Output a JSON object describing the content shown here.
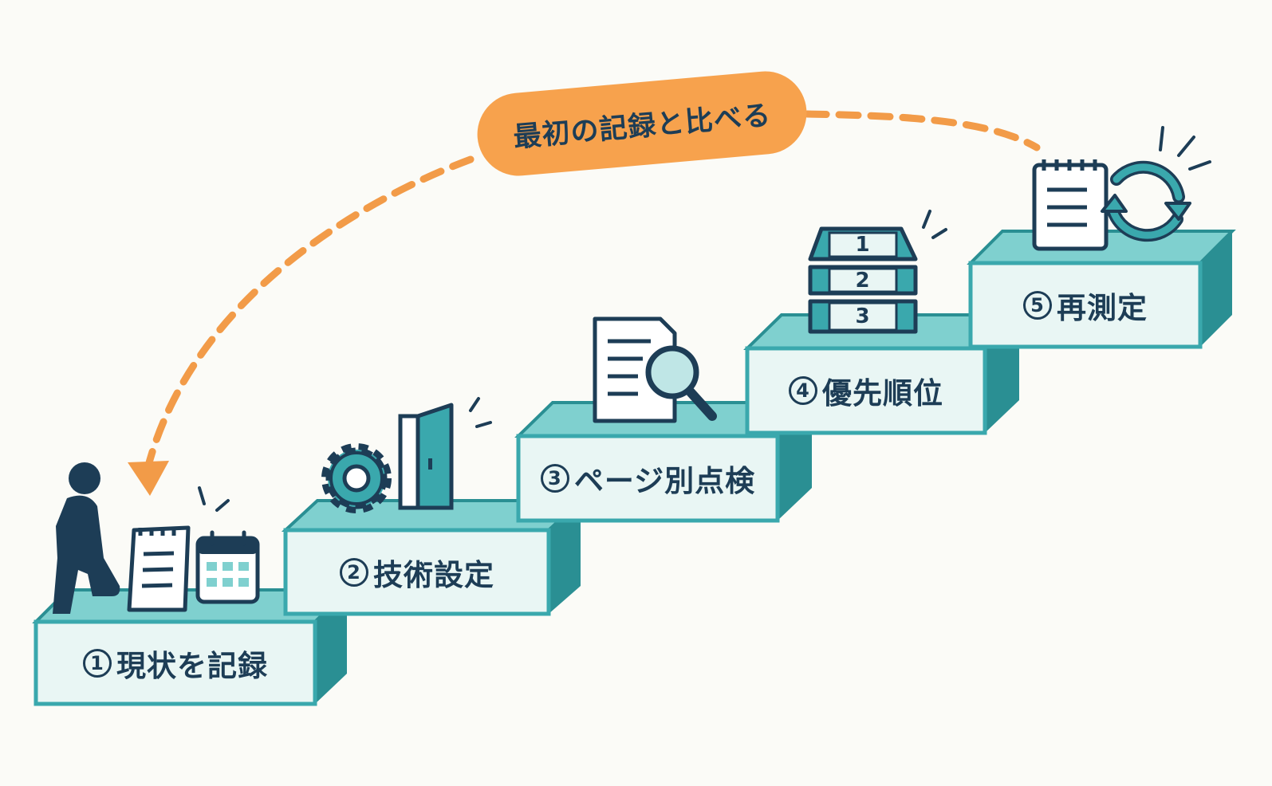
{
  "callout": {
    "text": "最初の記録と比べる"
  },
  "steps": [
    {
      "num": "1",
      "label": "現状を記録"
    },
    {
      "num": "2",
      "label": "技術設定"
    },
    {
      "num": "3",
      "label": "ページ別点検"
    },
    {
      "num": "4",
      "label": "優先順位"
    },
    {
      "num": "5",
      "label": "再測定"
    }
  ],
  "priority_list": [
    "1",
    "2",
    "3"
  ],
  "colors": {
    "teal": "#3aa8ad",
    "teal_dark": "#2a8f93",
    "teal_top": "#7fd0cf",
    "box_face": "#e9f6f4",
    "navy": "#1d3d56",
    "orange": "#f7a24d",
    "arrow": "#f29b48"
  },
  "icons": [
    "person-walking-icon",
    "notepad-icon",
    "calendar-icon",
    "gear-icon",
    "door-icon",
    "document-search-icon",
    "ranking-stack-icon",
    "refresh-icon"
  ]
}
